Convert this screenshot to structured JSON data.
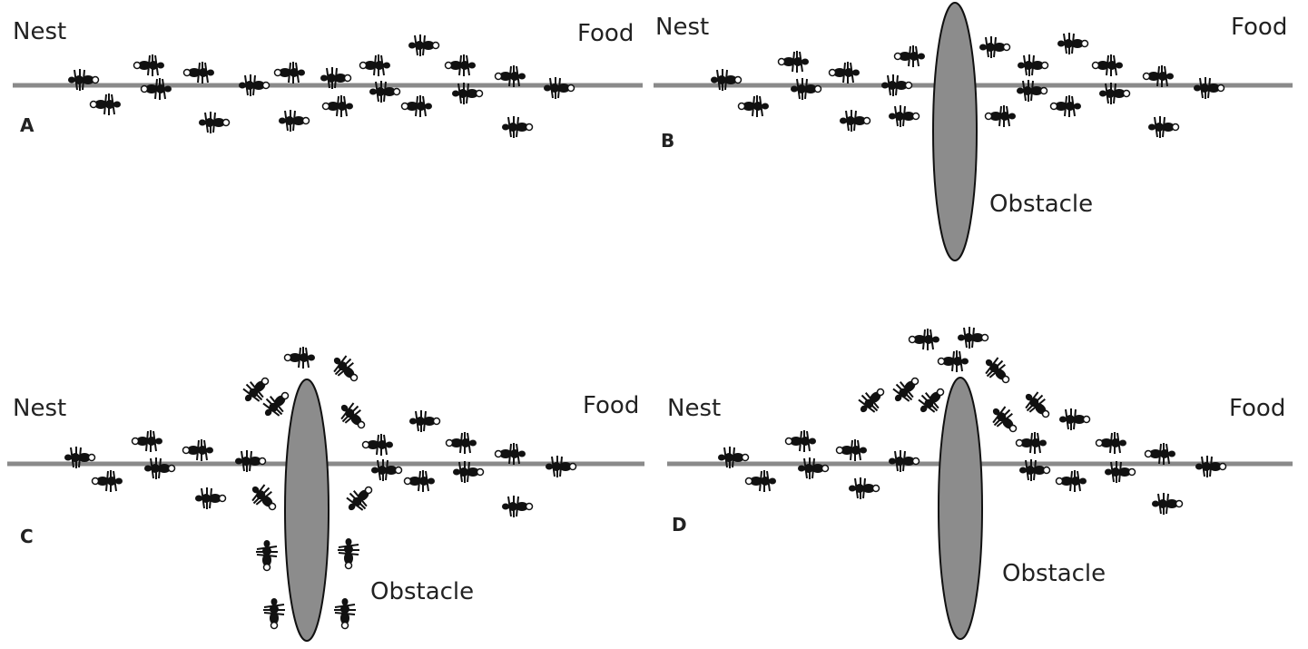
{
  "panels": [
    {
      "letter": "A",
      "nest": "Nest",
      "food": "Food",
      "obstacle": ""
    },
    {
      "letter": "B",
      "nest": "Nest",
      "food": "Food",
      "obstacle": "Obstacle"
    },
    {
      "letter": "C",
      "nest": "Nest",
      "food": "Food",
      "obstacle": "Obstacle"
    },
    {
      "letter": "D",
      "nest": "Nest",
      "food": "Food",
      "obstacle": "Obstacle"
    }
  ],
  "colors": {
    "path": "#8a8a8a",
    "obstacle": "#8c8c8c",
    "ant": "#111111",
    "text": "#222222"
  },
  "icons": {
    "ant": "ant-icon",
    "obstacle": "ellipse-obstacle"
  }
}
